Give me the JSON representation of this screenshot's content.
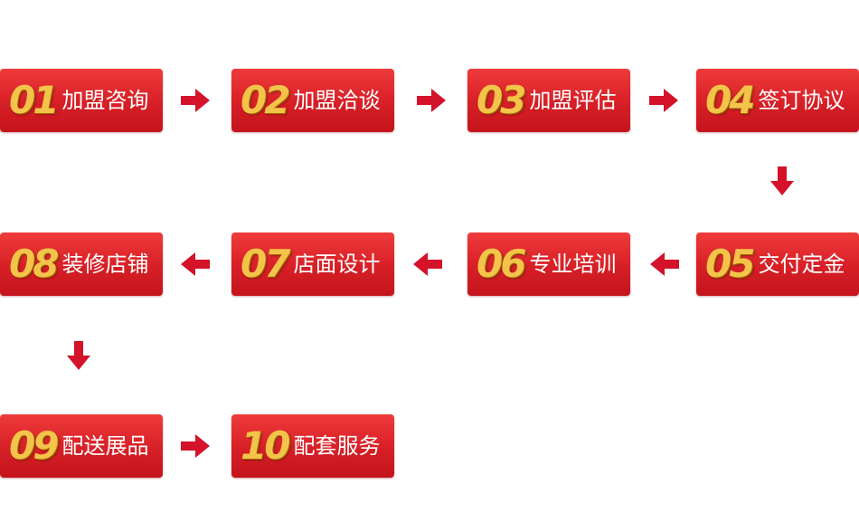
{
  "colors": {
    "box": "#d61f26",
    "number": "#f3c449",
    "arrow": "#d4122a"
  },
  "steps": [
    {
      "num": "01",
      "label": "加盟咨询"
    },
    {
      "num": "02",
      "label": "加盟洽谈"
    },
    {
      "num": "03",
      "label": "加盟评估"
    },
    {
      "num": "04",
      "label": "签订协议"
    },
    {
      "num": "05",
      "label": "交付定金"
    },
    {
      "num": "06",
      "label": "专业培训"
    },
    {
      "num": "07",
      "label": "店面设计"
    },
    {
      "num": "08",
      "label": "装修店铺"
    },
    {
      "num": "09",
      "label": "配送展品"
    },
    {
      "num": "10",
      "label": "配套服务"
    }
  ],
  "arrows": [
    {
      "from": "01",
      "to": "02",
      "direction": "right"
    },
    {
      "from": "02",
      "to": "03",
      "direction": "right"
    },
    {
      "from": "03",
      "to": "04",
      "direction": "right"
    },
    {
      "from": "04",
      "to": "05",
      "direction": "down"
    },
    {
      "from": "05",
      "to": "06",
      "direction": "left"
    },
    {
      "from": "06",
      "to": "07",
      "direction": "left"
    },
    {
      "from": "07",
      "to": "08",
      "direction": "left"
    },
    {
      "from": "08",
      "to": "09",
      "direction": "down"
    },
    {
      "from": "09",
      "to": "10",
      "direction": "right"
    }
  ]
}
